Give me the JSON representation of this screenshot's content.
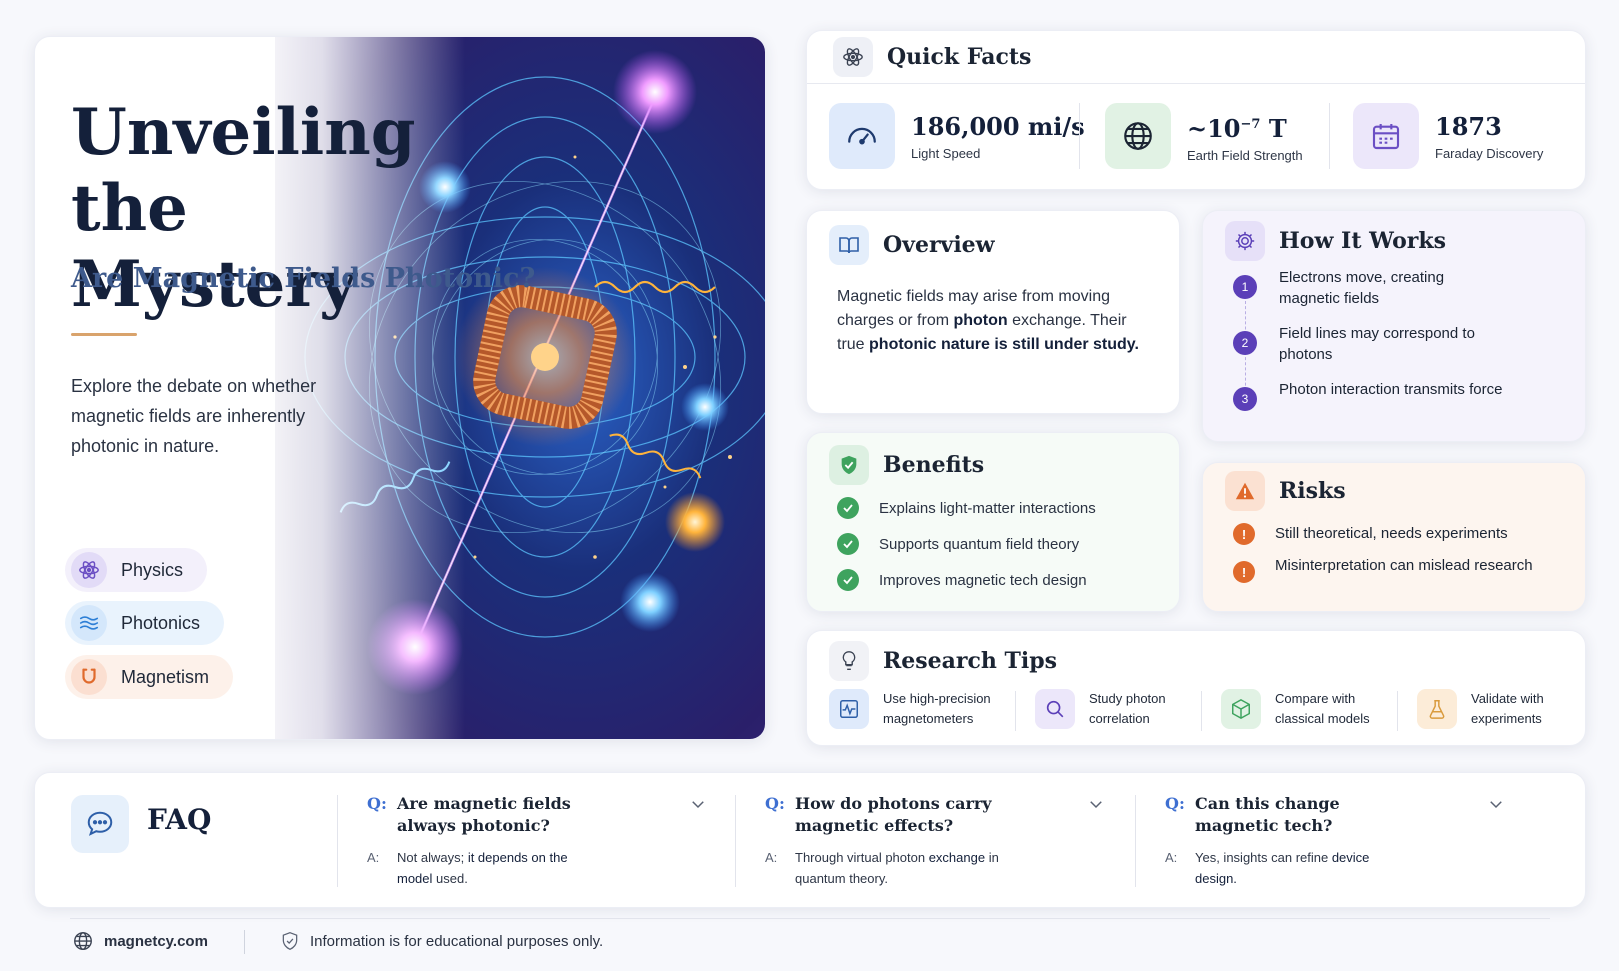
{
  "hero": {
    "title_line1": "Unveiling",
    "title_line2": "the Mystery",
    "subtitle": "Are Magnetic Fields Photonic?",
    "description": "Explore the debate on whether magnetic fields are inherently photonic in nature.",
    "tags": [
      {
        "label": "Physics",
        "icon": "atom-icon"
      },
      {
        "label": "Photonics",
        "icon": "waves-icon"
      },
      {
        "label": "Magnetism",
        "icon": "magnet-icon"
      }
    ]
  },
  "quick_facts": {
    "title": "Quick Facts",
    "facts": [
      {
        "value": "186,000 mi/s",
        "label": "Light Speed",
        "icon": "speedometer-icon"
      },
      {
        "value_base": "~10",
        "value_exp": "−7",
        "value_unit": " T",
        "label": "Earth Field Strength",
        "icon": "globe-icon"
      },
      {
        "value": "1873",
        "label": "Faraday Discovery",
        "icon": "calendar-icon"
      }
    ]
  },
  "overview": {
    "title": "Overview",
    "text_1": "Magnetic fields may arise from moving charges or from ",
    "text_bold_1": "photon",
    "text_2": " exchange. Their true ",
    "text_bold_2": "photonic nature is still under study."
  },
  "how_it_works": {
    "title": "How It Works",
    "steps": [
      {
        "n": "1",
        "text": "Electrons move, creating magnetic fields"
      },
      {
        "n": "2",
        "text": "Field lines may correspond to photons"
      },
      {
        "n": "3",
        "text": "Photon interaction transmits force"
      }
    ]
  },
  "benefits": {
    "title": "Benefits",
    "items": [
      "Explains light-matter interactions",
      "Supports quantum field theory",
      "Improves magnetic tech design"
    ]
  },
  "risks": {
    "title": "Risks",
    "items": [
      "Still theoretical, needs experiments",
      "Misinterpretation can mislead research"
    ]
  },
  "research_tips": {
    "title": "Research Tips",
    "tips": [
      {
        "text": "Use high-precision magnetometers",
        "icon": "waveform-icon"
      },
      {
        "text": "Study photon correlation",
        "icon": "magnifier-icon"
      },
      {
        "text": "Compare with classical models",
        "icon": "cube-icon"
      },
      {
        "text": "Validate with experiments",
        "icon": "flask-icon"
      }
    ]
  },
  "faq": {
    "title": "FAQ",
    "q_label": "Q:",
    "a_label": "A:",
    "items": [
      {
        "q": "Are magnetic fields always photonic?",
        "a_pre": "Not always; ",
        "a_bold": "it depends on the model",
        "a_post": " used."
      },
      {
        "q": "How do photons carry magnetic effects?",
        "a_pre": "Through virtual photon ",
        "a_bold": "exchange",
        "a_post": " in quantum theory."
      },
      {
        "q": "Can this change magnetic tech?",
        "a_pre": "Yes, insights can refine ",
        "a_bold": "device design.",
        "a_post": ""
      }
    ]
  },
  "footer": {
    "site": "magnetcy.com",
    "disclaimer": "Information is for educational purposes only."
  },
  "colors": {
    "title": "#14203a",
    "subtitle": "#3e5a8c",
    "accent_rule": "#d9a36c",
    "purple": "#5b3fb8",
    "green": "#3ea35e",
    "orange": "#e06a2c",
    "q_blue": "#3e6fd1"
  }
}
